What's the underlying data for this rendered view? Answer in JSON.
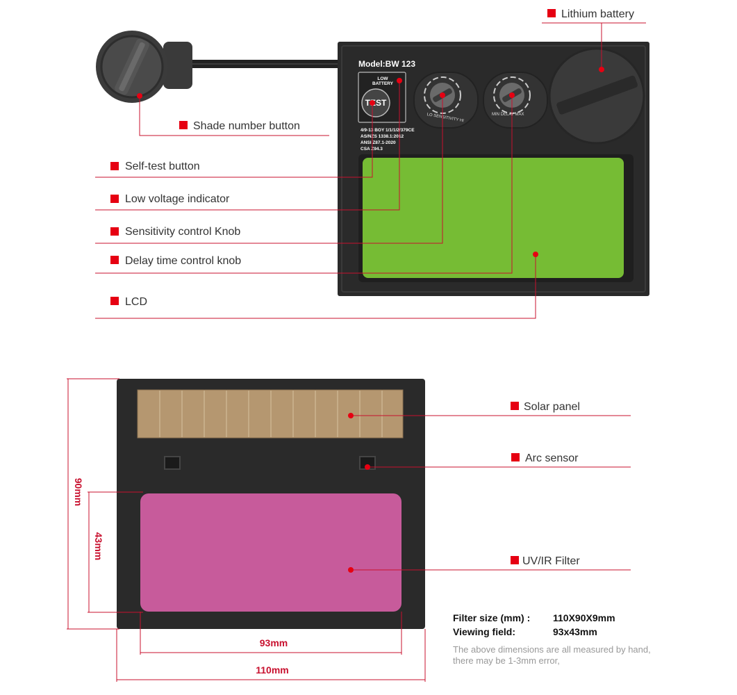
{
  "colors": {
    "accent": "#e60012",
    "leader_line": "#c8102e",
    "lcd_green": "#76bc34",
    "uv_filter_pink": "#c75b9b",
    "solar_tan": "#b59770",
    "body_dark": "#2a2a2a"
  },
  "top_device": {
    "model": "Model:BW 123",
    "low_battery": [
      "LOW",
      "BATTERY"
    ],
    "test_button": "TEST",
    "standards": [
      "4/9-13 BOY 1/1/1/2/379CE",
      "AS/NZS 1338.1:2012",
      "ANSI Z87.1-2020",
      "CSA Z94.3"
    ],
    "sensitivity_arc": "LO SENSITIVITY HI",
    "delay_arc": "MIN DELAY MAX",
    "labels": {
      "lithium_battery": "Lithium battery",
      "shade_number_button": "Shade number button",
      "self_test_button": "Self-test button",
      "low_voltage_indicator": "Low voltage indicator",
      "sensitivity_knob": "Sensitivity control Knob",
      "delay_knob": "Delay time control knob",
      "lcd": "LCD"
    }
  },
  "bottom_device": {
    "labels": {
      "solar_panel": "Solar panel",
      "arc_sensor": "Arc sensor",
      "uv_ir_filter": "UV/IR Filter"
    },
    "dimensions": {
      "height_total": "90mm",
      "height_view": "43mm",
      "width_view": "93mm",
      "width_total": "110mm"
    }
  },
  "specs": {
    "filter_size_label": "Filter size (mm) :",
    "filter_size_value": "110X90X9mm",
    "viewing_field_label": "Viewing field:",
    "viewing_field_value": "93x43mm",
    "note_line1": "The above dimensions are all measured by hand,",
    "note_line2": "there may be 1-3mm error,"
  }
}
